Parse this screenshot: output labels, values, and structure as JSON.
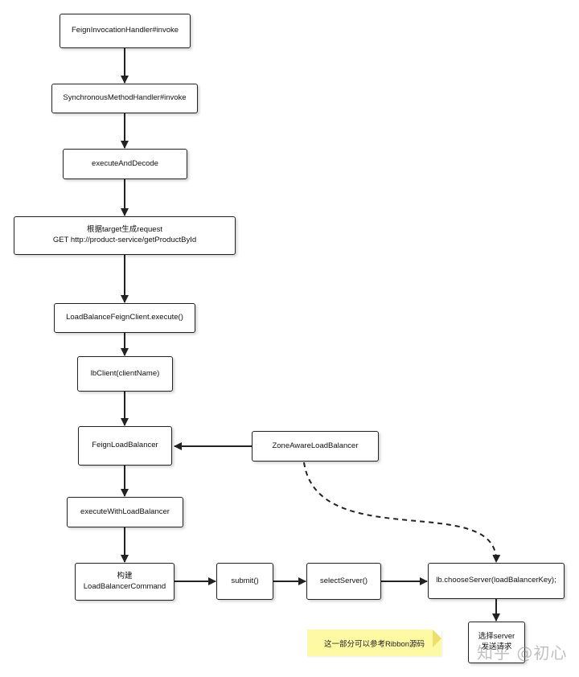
{
  "nodes": {
    "feign_invocation_handler": "FeignInvocationHandler#invoke",
    "synchronous_method_handler": "SynchronousMethodHandler#invoke",
    "execute_and_decode": "executeAndDecode",
    "build_request_line1": "根据target生成request",
    "build_request_line2": "GET http://product-service/getProductById",
    "load_balance_feign_client": "LoadBalanceFeignClient.execute()",
    "lb_client": "lbClient(clientName)",
    "feign_load_balancer": "FeignLoadBalancer",
    "zone_aware_load_balancer": "ZoneAwareLoadBalancer",
    "execute_with_load_balancer": "executeWithLoadBalancer",
    "build_command_line1": "构建",
    "build_command_line2": "LoadBalancerCommand",
    "submit": "submit()",
    "select_server": "selectServer()",
    "choose_server": "lb.chooseServer(loadBalancerKey);",
    "select_server_result_line1": "选择server",
    "select_server_result_line2": "发送请求"
  },
  "note": "这一部分可以参考Ribbon源码",
  "watermark": "知乎 @初心"
}
